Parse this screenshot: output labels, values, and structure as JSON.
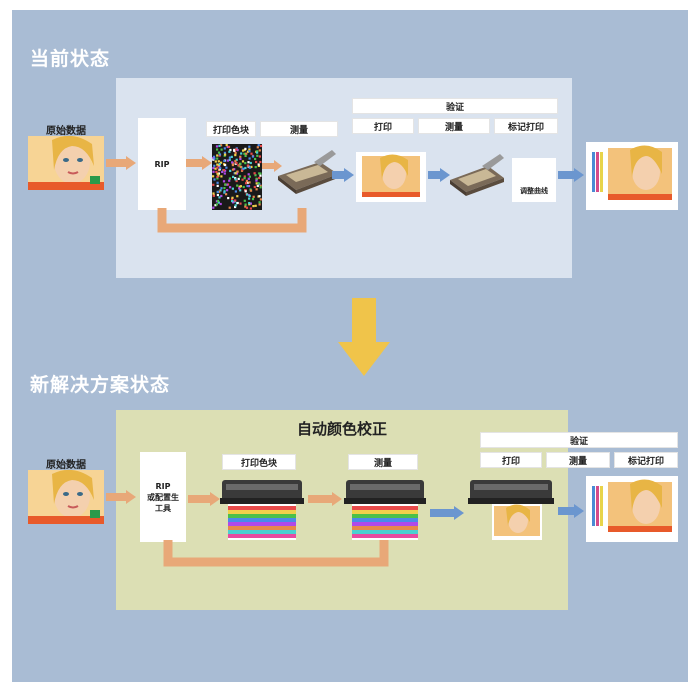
{
  "current": {
    "title": "当前状态",
    "source_label": "原始数据",
    "rip": "RIP",
    "print_patches": "打印色块",
    "measure": "测量",
    "verify_header": "验证",
    "verify_print": "打印",
    "verify_measure": "测量",
    "verify_tag": "标记打印",
    "adjust": "调整曲线"
  },
  "new": {
    "title": "新解决方案状态",
    "heading": "自动颜色校正",
    "source_label": "原始数据",
    "rip_line1": "RIP",
    "rip_line2": "或配置生",
    "rip_line3": "工具",
    "print_patches": "打印色块",
    "measure": "测量",
    "verify_header": "验证",
    "verify_print": "打印",
    "verify_measure": "测量",
    "verify_tag": "标记打印"
  },
  "colors": {
    "background": "#a9bcd4",
    "panel_current": "#dae3ef",
    "panel_new": "#dcdfb4",
    "arrow_orange": "#e8a878",
    "arrow_blue": "#6b96cf",
    "transition_arrow": "#f0c44a"
  }
}
